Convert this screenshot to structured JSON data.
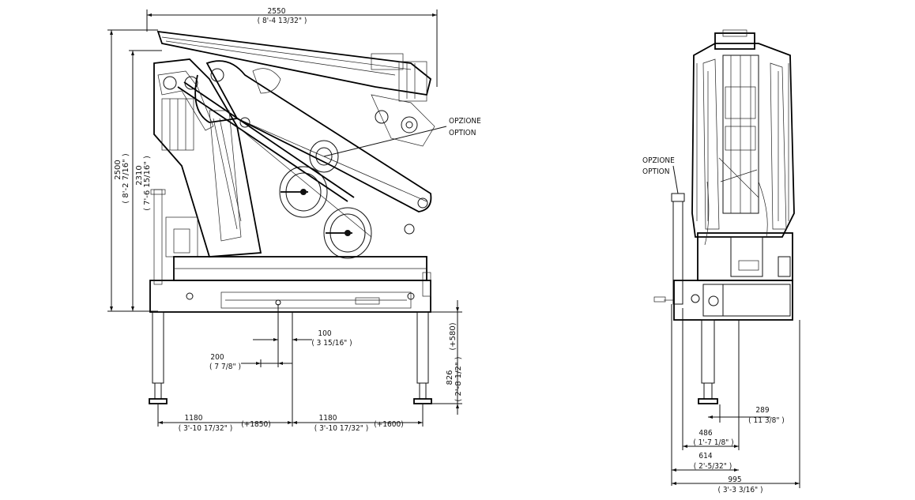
{
  "left_view": {
    "overall_width": {
      "mm": "2550",
      "imp": "( 8'-4 13/32\" )"
    },
    "overall_height": {
      "mm": "2500",
      "imp": "( 8'-2 7/16\" )"
    },
    "column_height": {
      "mm": "2310",
      "imp": "( 7'-6 15/16\" )"
    },
    "option_label": {
      "it": "OPZIONE",
      "en": "OPTION"
    },
    "offset_100": {
      "mm": "100",
      "imp": "( 3 15/16\" )"
    },
    "offset_200": {
      "mm": "200",
      "imp": "( 7 7/8\" )"
    },
    "leg_stroke": "(+580)",
    "leg_height": {
      "mm": "826",
      "imp": "( 2'-8 1/2\" )"
    },
    "outrigger_left": {
      "mm": "1180",
      "imp": "( 3'-10 17/32\" )",
      "ext": "(+1850)"
    },
    "outrigger_right": {
      "mm": "1180",
      "imp": "( 3'-10 17/32\" )",
      "ext": "(+1600)"
    }
  },
  "right_view": {
    "option_label": {
      "it": "OPZIONE",
      "en": "OPTION"
    },
    "dim_289": {
      "mm": "289",
      "imp": "( 11 3/8\" )"
    },
    "dim_486": {
      "mm": "486",
      "imp": "( 1'-7 1/8\" )"
    },
    "dim_614": {
      "mm": "614",
      "imp": "( 2'-5/32\" )"
    },
    "dim_995": {
      "mm": "995",
      "imp": "( 3'-3 3/16\" )"
    }
  }
}
